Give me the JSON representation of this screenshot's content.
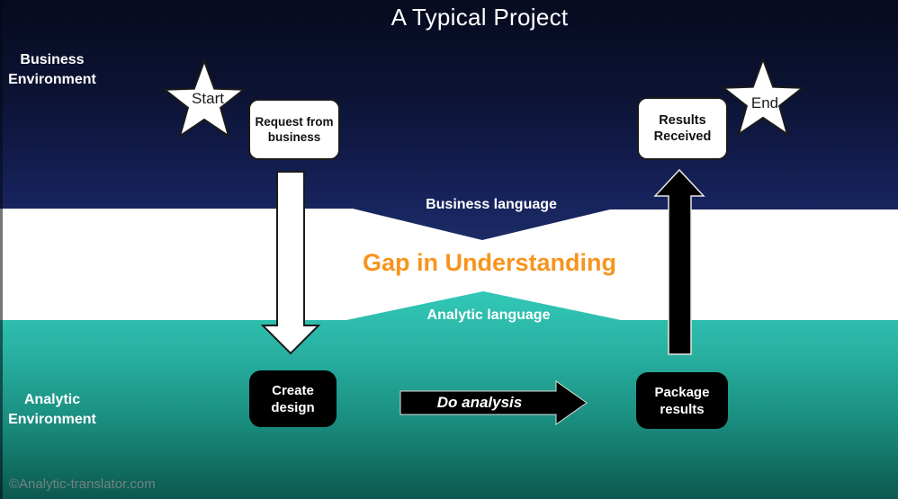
{
  "title": "A Typical Project",
  "colors": {
    "navy_top": "#070b1f",
    "navy_bottom": "#1d2c66",
    "teal_top": "#32c8b7",
    "teal_bottom": "#0c584e",
    "gap_orange": "#F7941E",
    "text_light": "#ffffff",
    "text_dark": "#111111"
  },
  "regions": {
    "business": {
      "label": "Business Environment",
      "language_label": "Business language"
    },
    "analytic": {
      "label": "Analytic Environment",
      "language_label": "Analytic language"
    },
    "gap": {
      "label": "Gap in Understanding"
    }
  },
  "flow": {
    "start": {
      "label": "Start"
    },
    "request": {
      "label": "Request from business"
    },
    "create": {
      "label": "Create design"
    },
    "do_analysis": {
      "label": "Do analysis"
    },
    "package": {
      "label": "Package results"
    },
    "results": {
      "label": "Results Received"
    },
    "end": {
      "label": "End"
    }
  },
  "footer": {
    "copyright": "©Analytic-translator.com"
  }
}
